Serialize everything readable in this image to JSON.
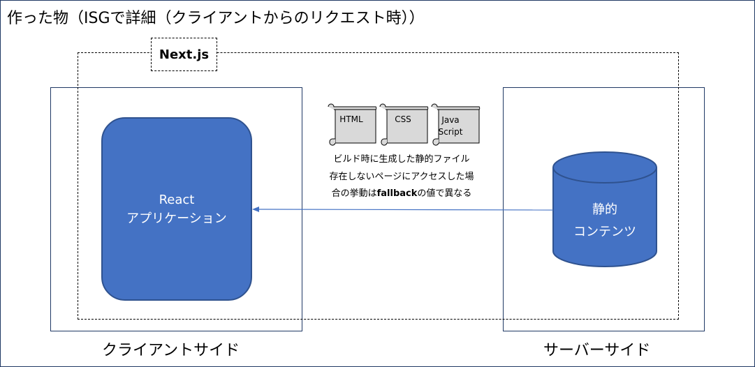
{
  "title": "作った物（ISGで詳細（クライアントからのリクエスト時））",
  "nextjs_label": "Next.js",
  "client": {
    "zone_label": "クライアントサイド",
    "app_line1": "React",
    "app_line2": "アプリケーション"
  },
  "server": {
    "zone_label": "サーバーサイド",
    "content_line1": "静的",
    "content_line2": "コンテンツ"
  },
  "files": [
    "HTML",
    "CSS",
    "Java Script"
  ],
  "note": {
    "line1": "ビルド時に生成した静的ファイル",
    "line2": "存在しないページにアクセスした場",
    "line3_pre": "合の挙動は",
    "line3_bold": "fallback",
    "line3_post": "の値で異なる"
  },
  "colors": {
    "box_fill": "#4472c4",
    "box_stroke": "#2f528f",
    "frame": "#1f3864",
    "arrow": "#4472c4",
    "scroll_fill": "#d9d9d9"
  }
}
